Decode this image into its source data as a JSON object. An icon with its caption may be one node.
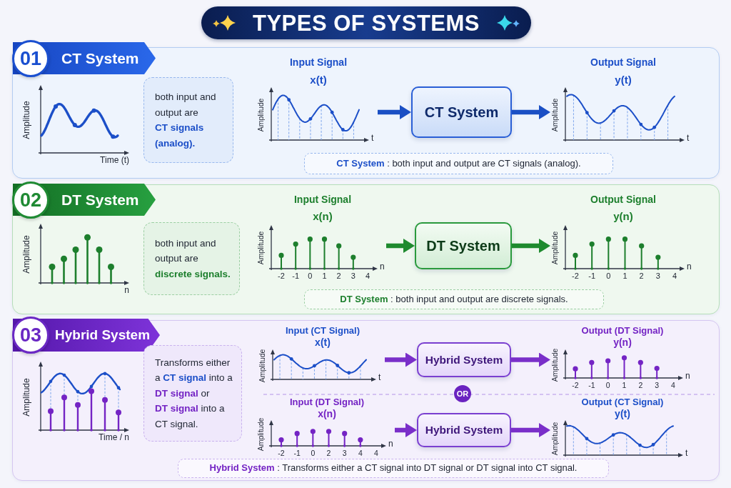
{
  "diagram": {
    "title": "TYPES OF SYSTEMS",
    "nodes": [
      {
        "text": [
          "01",
          "CT System"
        ]
      },
      {
        "text": [
          "Amplitude",
          "Time (t)"
        ],
        "in": 0
      },
      {
        "text": [
          "both input and output are **CT signals (analog).**"
        ],
        "in": 0
      },
      {
        "text": [
          "Input Signal",
          "x(t)",
          "Amplitude",
          "t"
        ],
        "in": 0
      },
      {
        "text": [
          "CT System"
        ],
        "in": 0
      },
      {
        "text": [
          "Output Signal",
          "y(t)",
          "Amplitude",
          "t"
        ],
        "in": 0
      },
      {
        "text": [
          "**CT System** : both input and output are CT signals (analog)."
        ],
        "in": 0
      },
      {
        "text": [
          "02",
          "DT System"
        ]
      },
      {
        "text": [
          "Amplitude",
          "n"
        ],
        "in": 7
      },
      {
        "text": [
          "both input and output are **discrete signals.**"
        ],
        "in": 7
      },
      {
        "text": [
          "Input Signal",
          "x(n)",
          "Amplitude",
          "-2",
          "-1",
          "0",
          "1",
          "2",
          "3",
          "4",
          "n"
        ],
        "in": 7
      },
      {
        "text": [
          "DT System"
        ],
        "in": 7
      },
      {
        "text": [
          "Output Signal",
          "y(n)",
          "Amplitude",
          "-2",
          "-1",
          "0",
          "1",
          "2",
          "3",
          "4",
          "n"
        ],
        "in": 7
      },
      {
        "text": [
          "**DT System** : both input and output are discrete signals."
        ],
        "in": 7
      },
      {
        "text": [
          "03",
          "Hybrid System"
        ]
      },
      {
        "text": [
          "Amplitude",
          "Time / n"
        ],
        "in": 14
      },
      {
        "text": [
          "Transforms either a **CT signal** into a **DT signal** or **DT signal** into a CT signal."
        ],
        "in": 14
      },
      {
        "text": [
          "Input (CT Signal)",
          "x(t)",
          "Amplitude",
          "t"
        ],
        "in": 14
      },
      {
        "text": [
          "Hybrid System"
        ],
        "in": 14
      },
      {
        "text": [
          "Output (DT Signal)",
          "y(n)",
          "Amplitude",
          "-2",
          "-1",
          "0",
          "1",
          "2",
          "3",
          "4",
          "n"
        ],
        "in": 14
      },
      {
        "text": [
          "OR"
        ],
        "in": 14
      },
      {
        "text": [
          "Input (DT Signal)",
          "x(n)",
          "Amplitude",
          "-2",
          "-1",
          "0",
          "2",
          "3",
          "4",
          "4",
          "n"
        ],
        "in": 14
      },
      {
        "text": [
          "Hybrid System"
        ],
        "in": 14
      },
      {
        "text": [
          "Output (CT Signal)",
          "y(t)",
          "Amplitude",
          "t"
        ],
        "in": 14
      },
      {
        "text": [
          "**Hybrid System** : Transforms either a CT signal into DT signal or DT signal into CT signal."
        ],
        "in": 14
      }
    ],
    "edges": [
      {
        "from": 3,
        "to": 4,
        "arrow": "to",
        "color": "#1a4fc4"
      },
      {
        "from": 4,
        "to": 5,
        "arrow": "to",
        "color": "#1a4fc4"
      },
      {
        "from": 10,
        "to": 11,
        "arrow": "to",
        "color": "#1e8a2e"
      },
      {
        "from": 11,
        "to": 12,
        "arrow": "to",
        "color": "#1e8a2e"
      },
      {
        "from": 17,
        "to": 18,
        "arrow": "to"
      },
      {
        "from": 18,
        "to": 19,
        "arrow": "to"
      },
      {
        "from": 21,
        "to": 22,
        "arrow": "to"
      },
      {
        "from": 22,
        "to": 23,
        "arrow": "to"
      }
    ]
  }
}
